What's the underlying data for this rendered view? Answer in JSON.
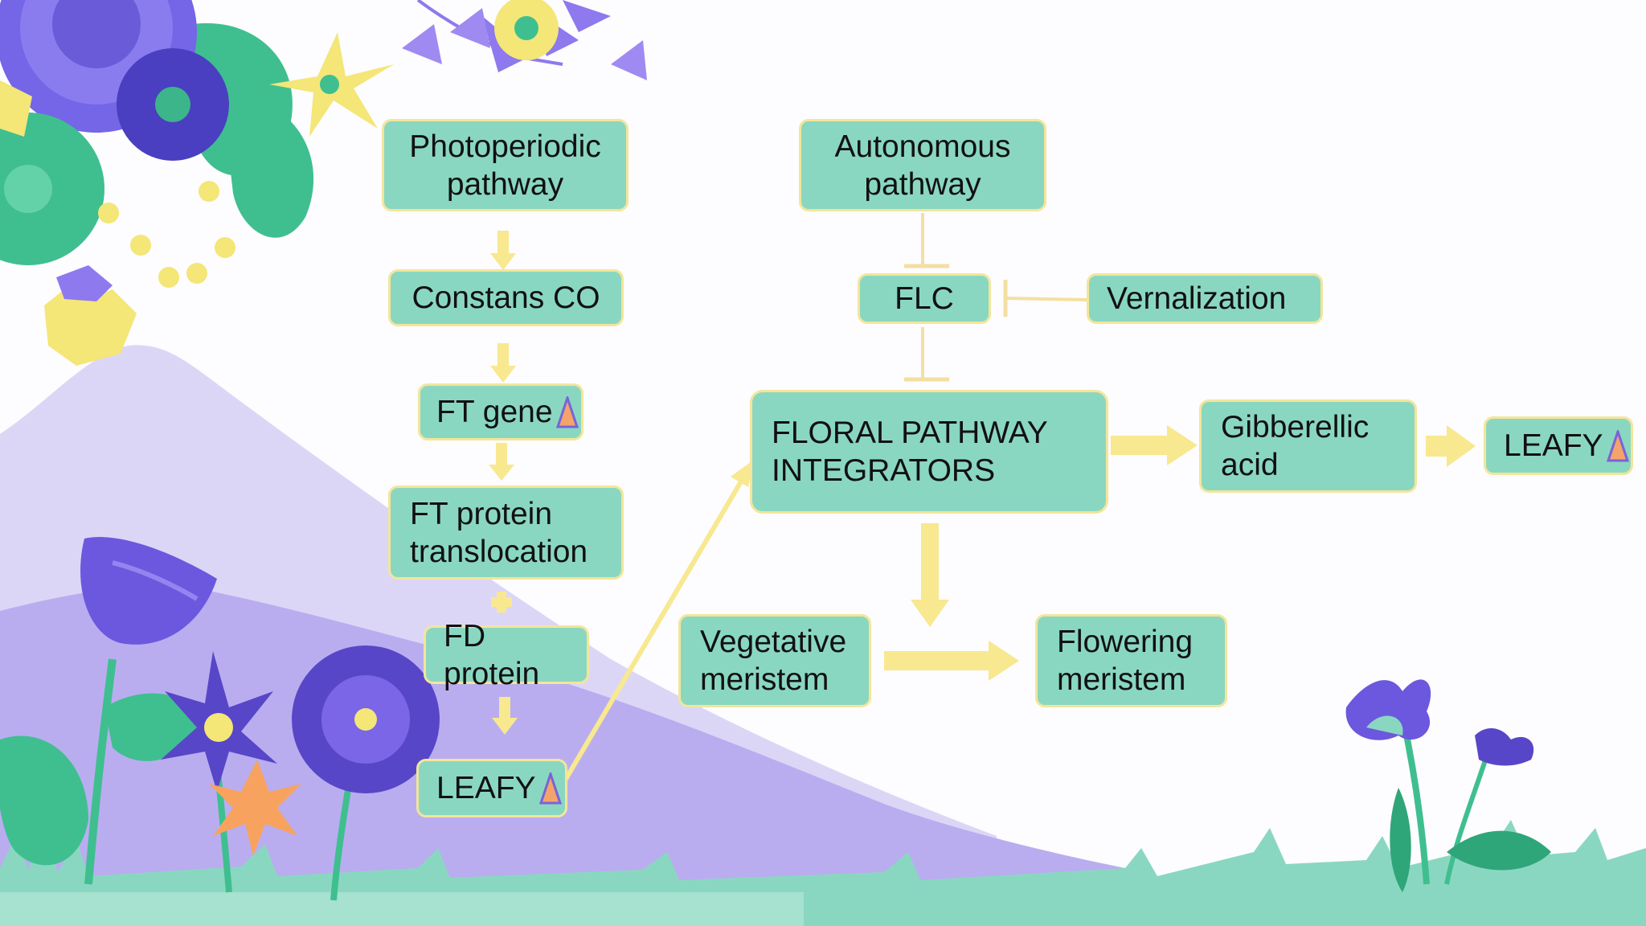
{
  "colors": {
    "node_fill": "#8ad7c1",
    "node_border": "#f3e59b",
    "arrow": "#f8e88f",
    "inhibit_line": "#f3dfa2",
    "triangle_fill": "#f4a36b",
    "triangle_stroke": "#7a63d8"
  },
  "nodes": {
    "photoperiodic": "Photoperiodic\npathway",
    "constans": "Constans CO",
    "ft_gene": "FT gene",
    "ft_protein": "FT protein\ntranslocation",
    "fd_protein": "FD\nprotein",
    "leafy_left": "LEAFY",
    "autonomous": "Autonomous\npathway",
    "flc": "FLC",
    "vernalization": "Vernalization",
    "integrators": "FLORAL PATHWAY\nINTEGRATORS",
    "gibberellic": "Gibberellic\nacid",
    "leafy_right": "LEAFY",
    "vegetative": "Vegetative\nmeristem",
    "flowering": "Flowering\nmeristem"
  },
  "icons": {
    "marker": "triangle-icon",
    "decor": [
      "flower-cluster",
      "mountains",
      "flower-group",
      "grass",
      "bellflower"
    ]
  }
}
